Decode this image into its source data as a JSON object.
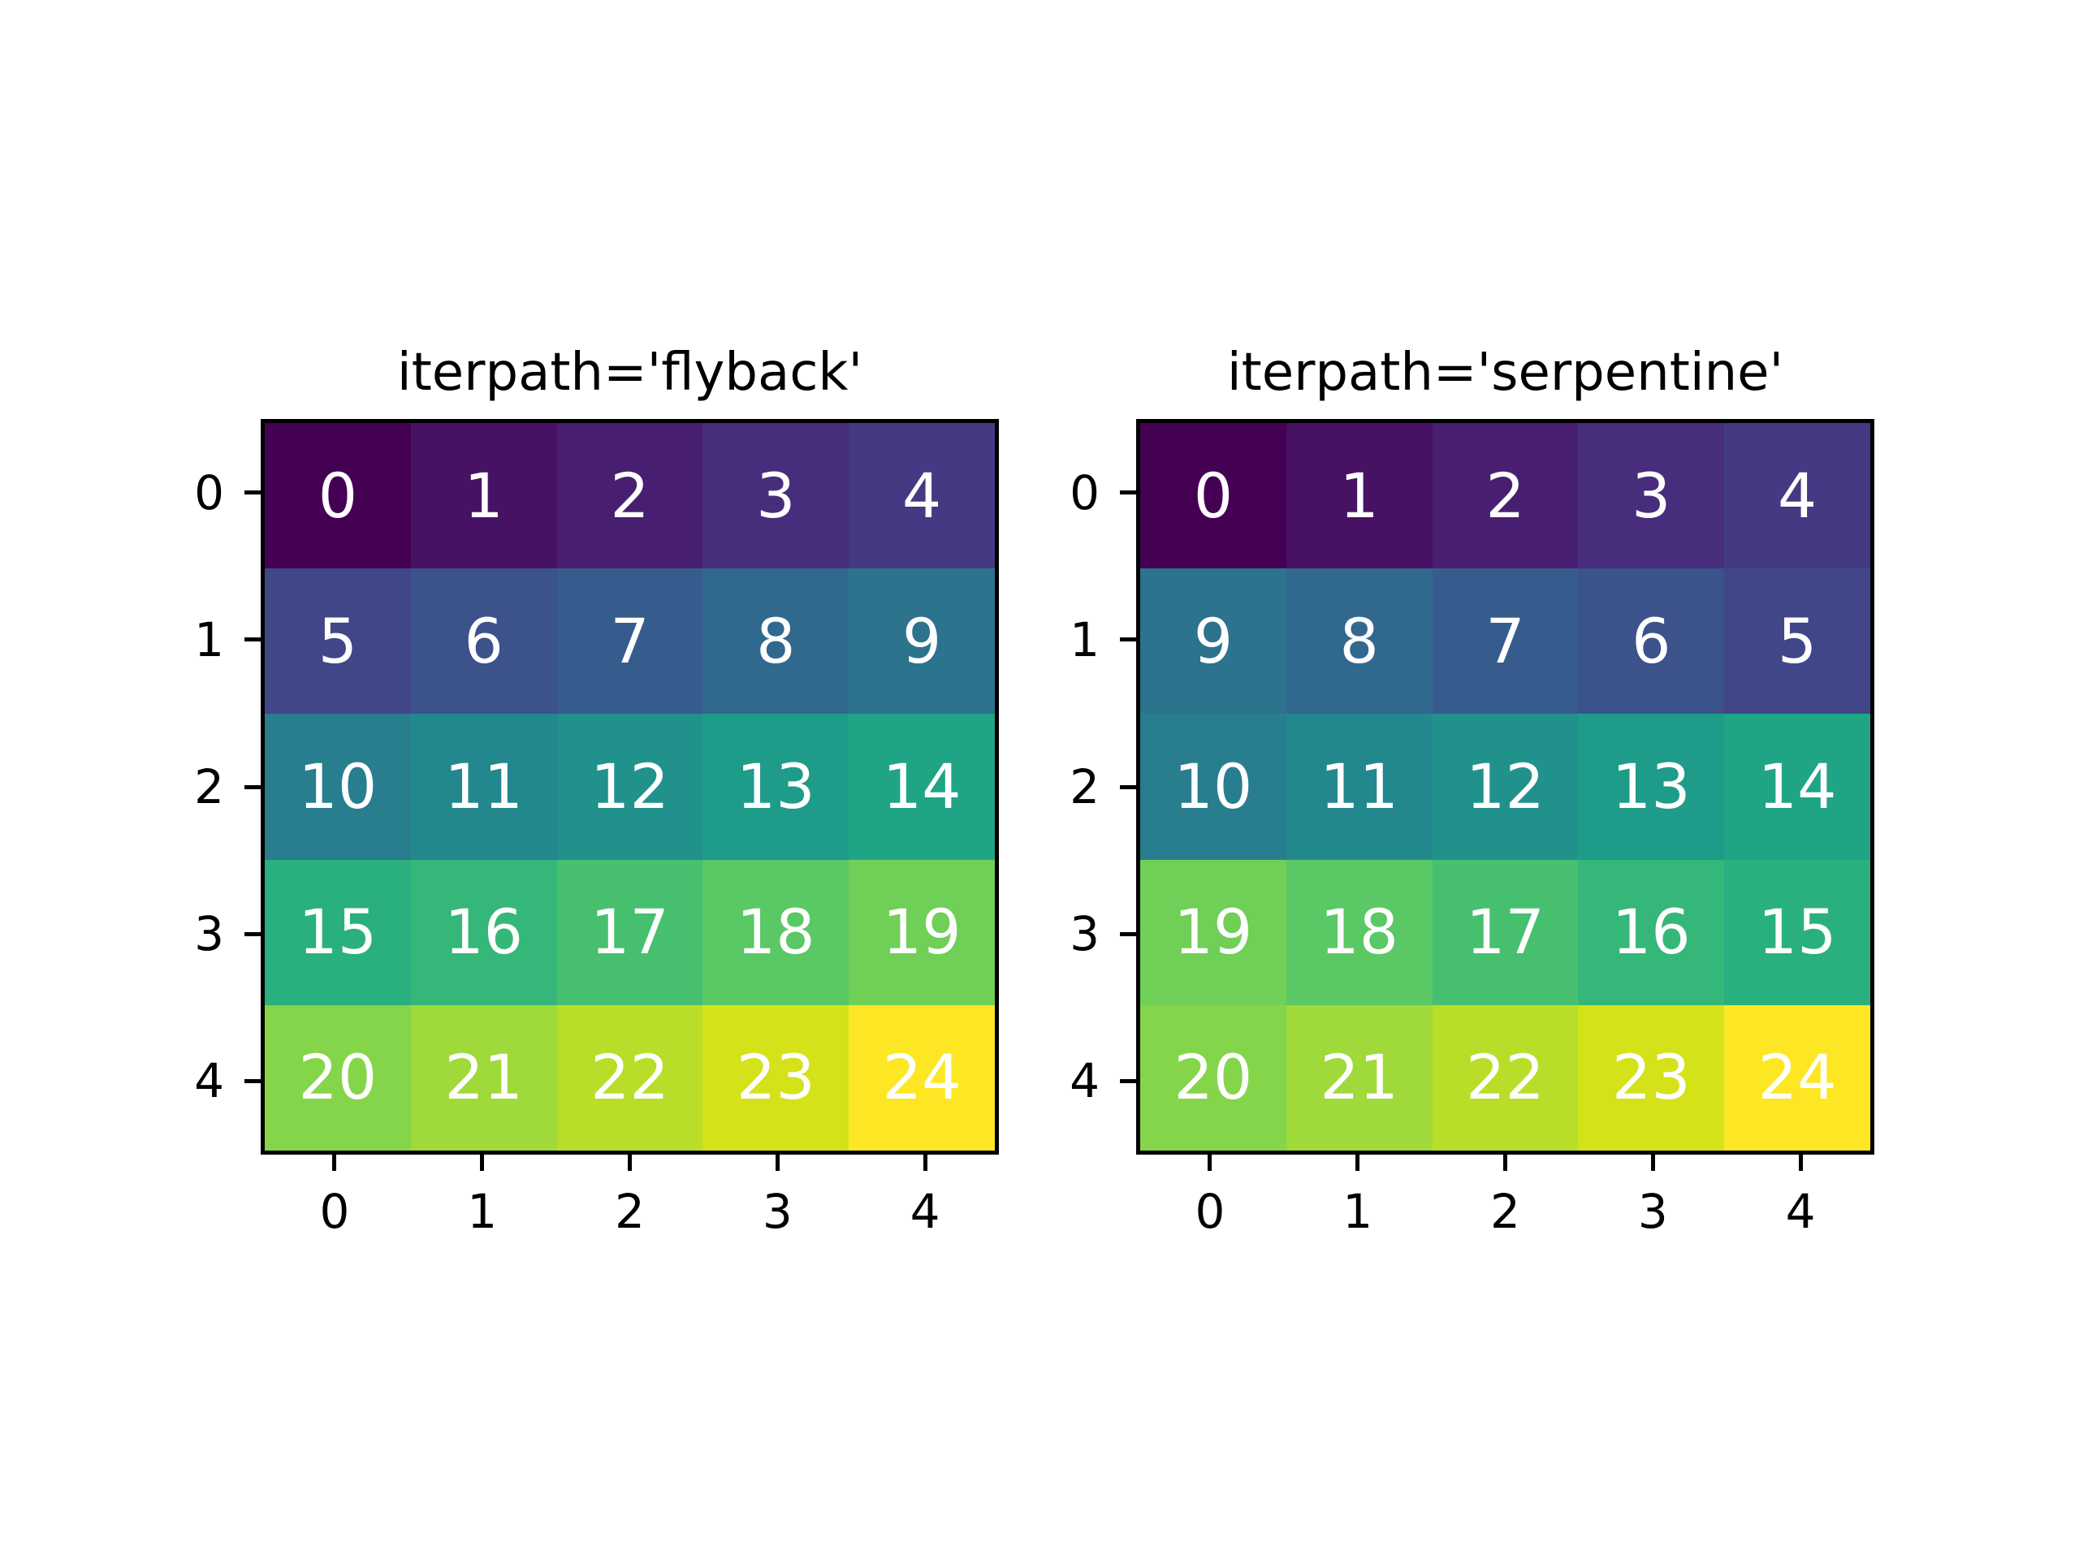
{
  "figure": {
    "background_color": "#ffffff",
    "axis_text_color": "#000000",
    "cell_text_color": "#ffffff",
    "axes_border_color": "#000000"
  },
  "chart_data": [
    {
      "type": "heatmap",
      "title": "iterpath='flyback'",
      "xlabel": "",
      "ylabel": "",
      "x_ticks": [
        "0",
        "1",
        "2",
        "3",
        "4"
      ],
      "y_ticks": [
        "0",
        "1",
        "2",
        "3",
        "4"
      ],
      "values": [
        [
          0,
          1,
          2,
          3,
          4
        ],
        [
          5,
          6,
          7,
          8,
          9
        ],
        [
          10,
          11,
          12,
          13,
          14
        ],
        [
          15,
          16,
          17,
          18,
          19
        ],
        [
          20,
          21,
          22,
          23,
          24
        ]
      ],
      "colormap": "viridis",
      "vmin": 0,
      "vmax": 24,
      "annotations": "white cell values",
      "grid": false,
      "colorbar": false
    },
    {
      "type": "heatmap",
      "title": "iterpath='serpentine'",
      "xlabel": "",
      "ylabel": "",
      "x_ticks": [
        "0",
        "1",
        "2",
        "3",
        "4"
      ],
      "y_ticks": [
        "0",
        "1",
        "2",
        "3",
        "4"
      ],
      "values": [
        [
          0,
          1,
          2,
          3,
          4
        ],
        [
          9,
          8,
          7,
          6,
          5
        ],
        [
          10,
          11,
          12,
          13,
          14
        ],
        [
          19,
          18,
          17,
          16,
          15
        ],
        [
          20,
          21,
          22,
          23,
          24
        ]
      ],
      "colormap": "viridis",
      "vmin": 0,
      "vmax": 24,
      "annotations": "white cell values",
      "grid": false,
      "colorbar": false
    }
  ],
  "viridis_25": [
    "#440154",
    "#471164",
    "#481f70",
    "#472d7b",
    "#443983",
    "#404688",
    "#3b528b",
    "#365c8d",
    "#31688e",
    "#2c738e",
    "#287d8e",
    "#23888e",
    "#21918c",
    "#1e9c89",
    "#20a486",
    "#2ab07f",
    "#35b779",
    "#46c06f",
    "#5ac864",
    "#70cf57",
    "#85d54a",
    "#9fda3a",
    "#b8de29",
    "#d4e21a",
    "#fde725"
  ]
}
